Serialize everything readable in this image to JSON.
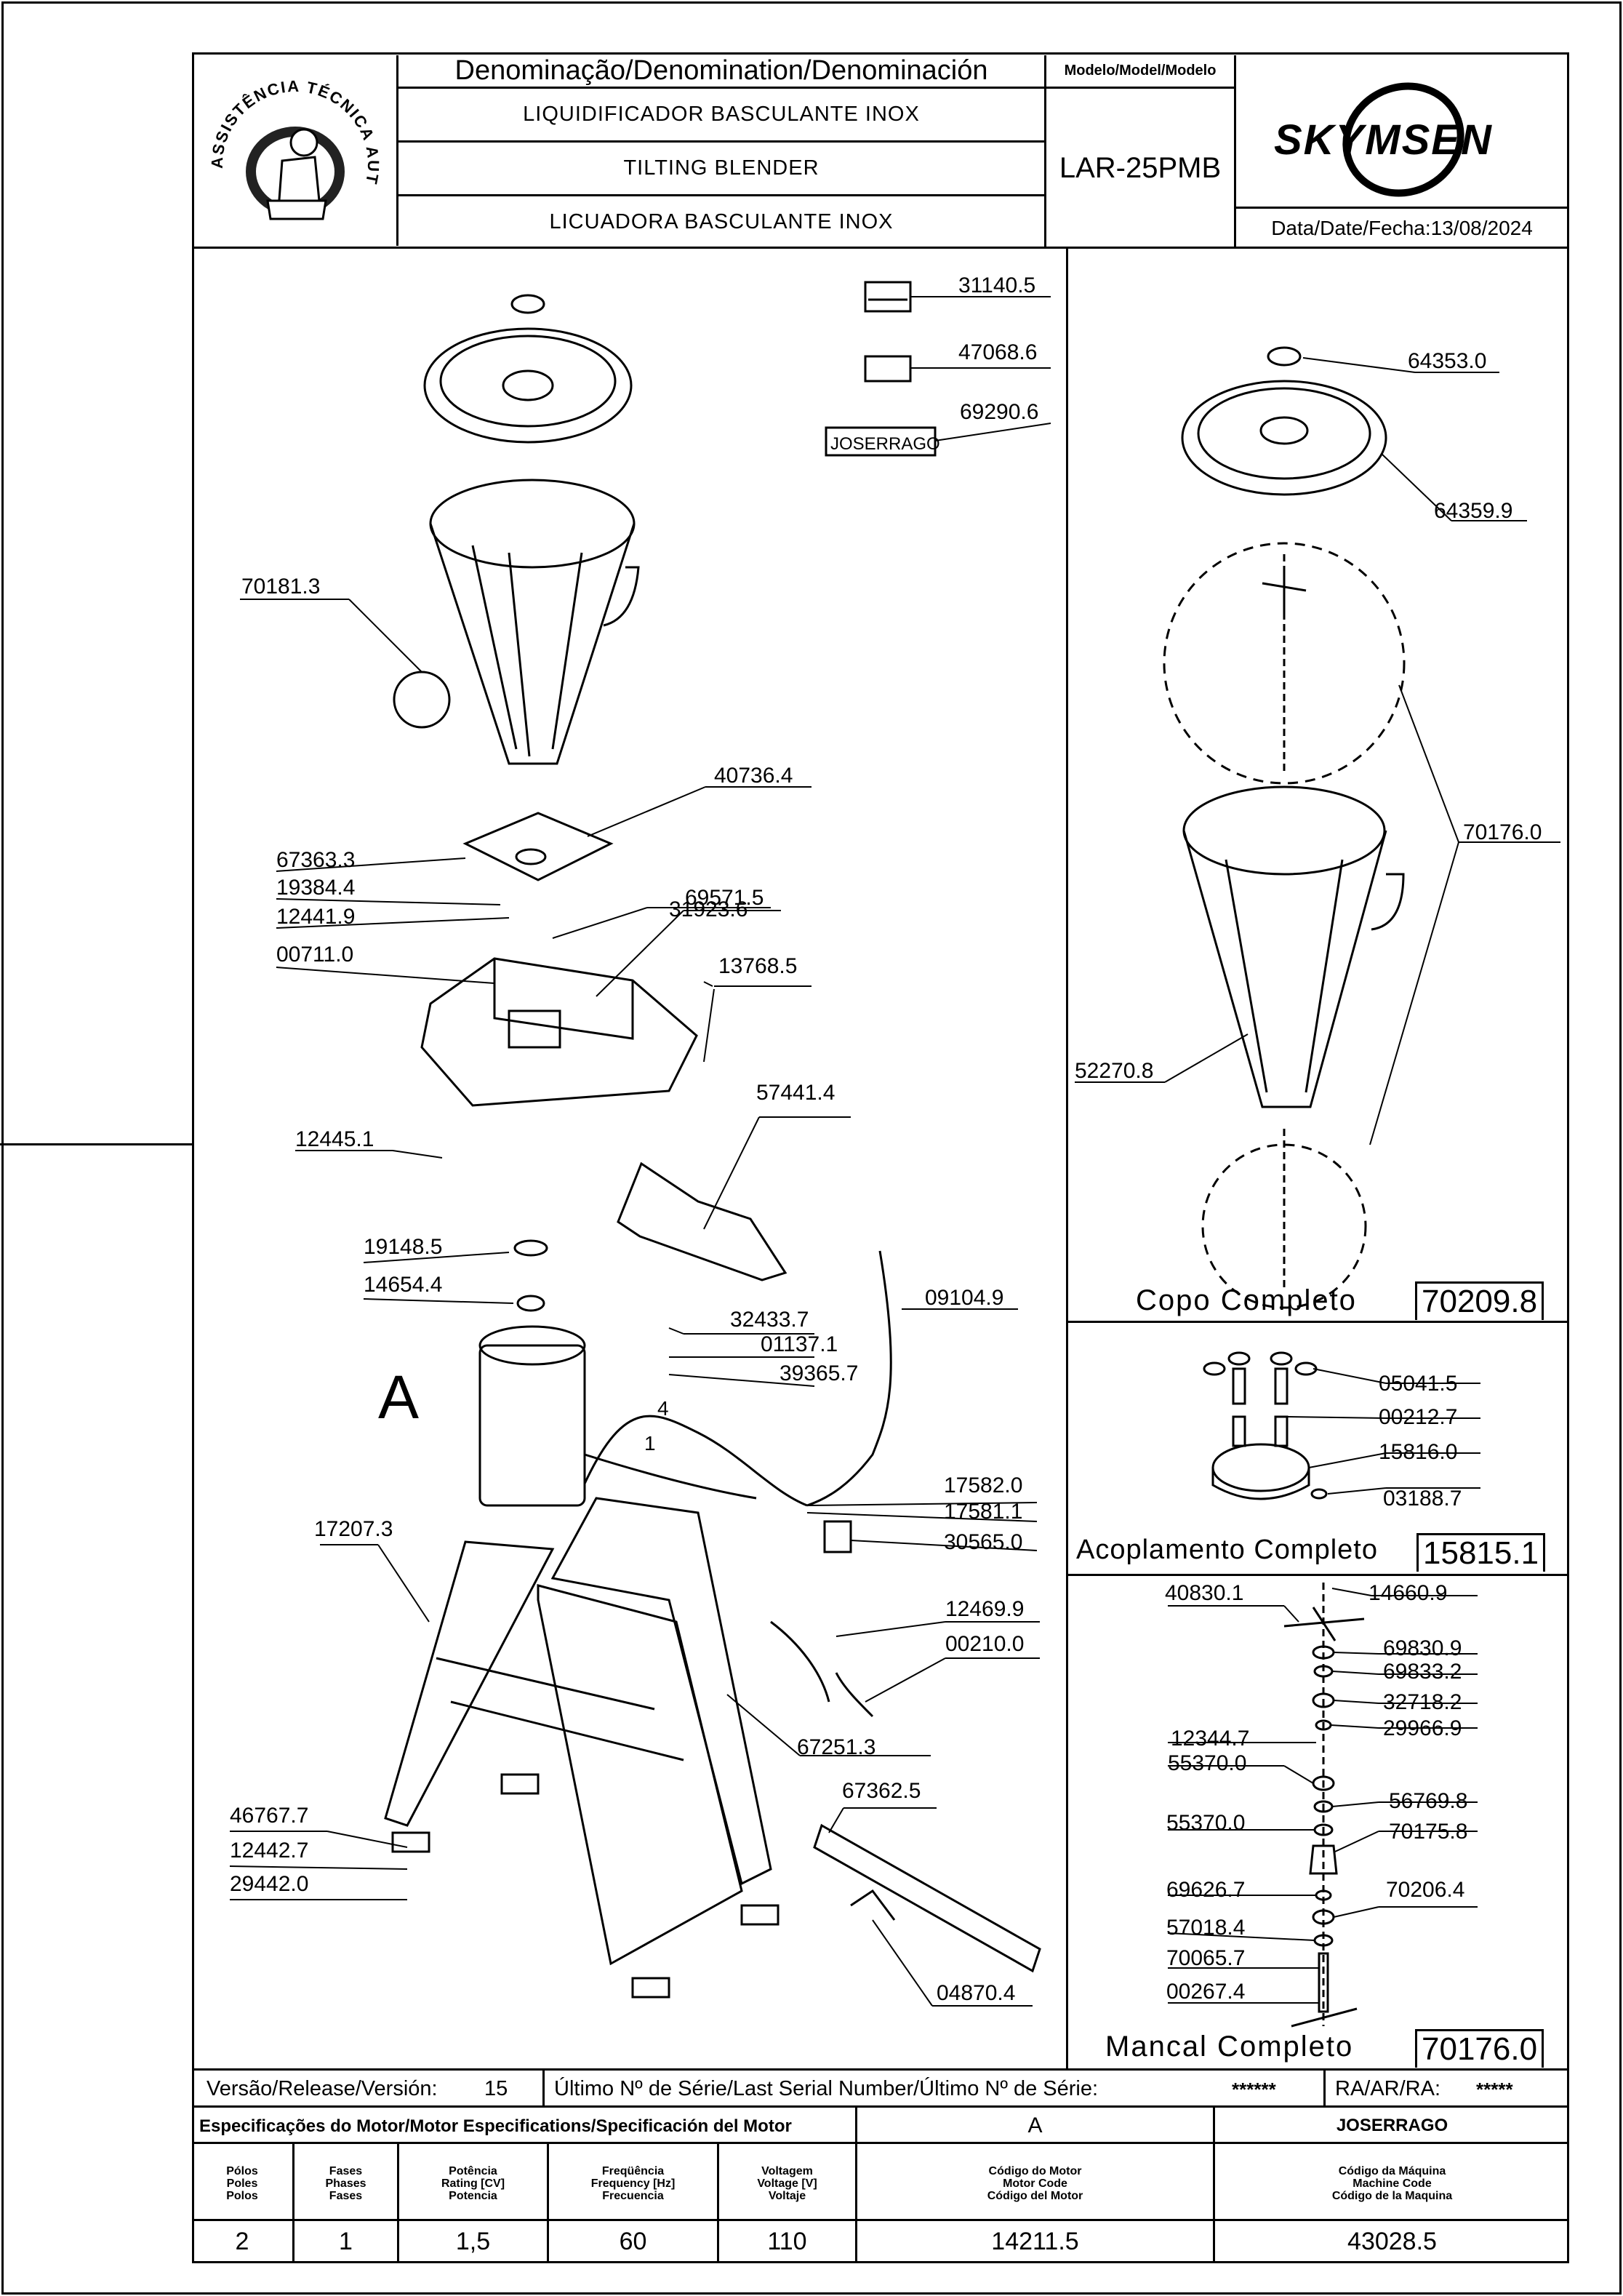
{
  "header": {
    "denomination_label": "Denominação/Denomination/Denominación",
    "model_label": "Modelo/Model/Modelo",
    "name_pt": "LIQUIDIFICADOR BASCULANTE INOX",
    "name_en": "TILTING BLENDER",
    "name_es": "LICUADORA BASCULANTE INOX",
    "model": "LAR-25PMB",
    "brand": "SKYMSEN",
    "date_label": "Data/Date/Fecha:",
    "date": "13/08/2024",
    "seal_text": "ASSISTÊNCIA TÉCNICA AUTORIZADA"
  },
  "parts_main": [
    {
      "code": "31140.5"
    },
    {
      "code": "47068.6"
    },
    {
      "code": "69290.6"
    },
    {
      "code": "70181.3"
    },
    {
      "code": "40736.4"
    },
    {
      "code": "67363.3"
    },
    {
      "code": "19384.4"
    },
    {
      "code": "31923.6"
    },
    {
      "code": "12441.9"
    },
    {
      "code": "69571.5"
    },
    {
      "code": "00711.0"
    },
    {
      "code": "13768.5"
    },
    {
      "code": "57441.4"
    },
    {
      "code": "12445.1"
    },
    {
      "code": "19148.5"
    },
    {
      "code": "14654.4"
    },
    {
      "code": "09104.9"
    },
    {
      "code": "32433.7"
    },
    {
      "code": "01137.1"
    },
    {
      "code": "39365.7"
    },
    {
      "code": "17582.0"
    },
    {
      "code": "17581.1"
    },
    {
      "code": "30565.0"
    },
    {
      "code": "17207.3"
    },
    {
      "code": "12469.9"
    },
    {
      "code": "00210.0"
    },
    {
      "code": "67251.3"
    },
    {
      "code": "67362.5"
    },
    {
      "code": "46767.7"
    },
    {
      "code": "12442.7"
    },
    {
      "code": "29442.0"
    },
    {
      "code": "04870.4"
    }
  ],
  "motor_letter": "A",
  "joserrago_tag": "JOSERRAGO",
  "wire_labels": [
    "4",
    "1"
  ],
  "copo": {
    "parts": [
      "64353.0",
      "64359.9",
      "70176.0",
      "52270.8"
    ],
    "title": "Copo Completo",
    "code": "70209.8"
  },
  "acoplamento": {
    "parts": [
      "05041.5",
      "00212.7",
      "15816.0",
      "03188.7"
    ],
    "title": "Acoplamento Completo",
    "code": "15815.1"
  },
  "mancal": {
    "parts": [
      "40830.1",
      "14660.9",
      "69830.9",
      "69833.2",
      "32718.2",
      "29966.9",
      "12344.7",
      "55370.0",
      "56769.8",
      "55370.0",
      "70175.8",
      "69626.7",
      "70206.4",
      "57018.4",
      "70065.7",
      "00267.4"
    ],
    "title": "Mancal Completo",
    "code": "70176.0"
  },
  "release": {
    "label": "Versão/Release/Versión:",
    "version": "15",
    "serial_label": "Último Nº de Série/Last Serial Number/Último Nº de Série:",
    "serial": "******",
    "ra_label": "RA/AR/RA:",
    "ra": "*****"
  },
  "specs": {
    "title": "Especificações do Motor/Motor Especifications/Specificación del Motor",
    "motor_letter": "A",
    "machine_name": "JOSERRAGO",
    "columns": [
      {
        "label": "Pólos\nPoles\nPolos",
        "value": "2"
      },
      {
        "label": "Fases\nPhases\nFases",
        "value": "1"
      },
      {
        "label": "Potência\nRating [CV]\nPotencia",
        "value": "1,5"
      },
      {
        "label": "Freqüência\nFrequency [Hz]\nFrecuencia",
        "value": "60"
      },
      {
        "label": "Voltagem\nVoltage [V]\nVoltaje",
        "value": "110"
      },
      {
        "label": "Código do Motor\nMotor Code\nCódigo del Motor",
        "value": "14211.5"
      },
      {
        "label": "Código da Máquina\nMachine Code\nCódigo de la Maquina",
        "value": "43028.5"
      }
    ]
  }
}
